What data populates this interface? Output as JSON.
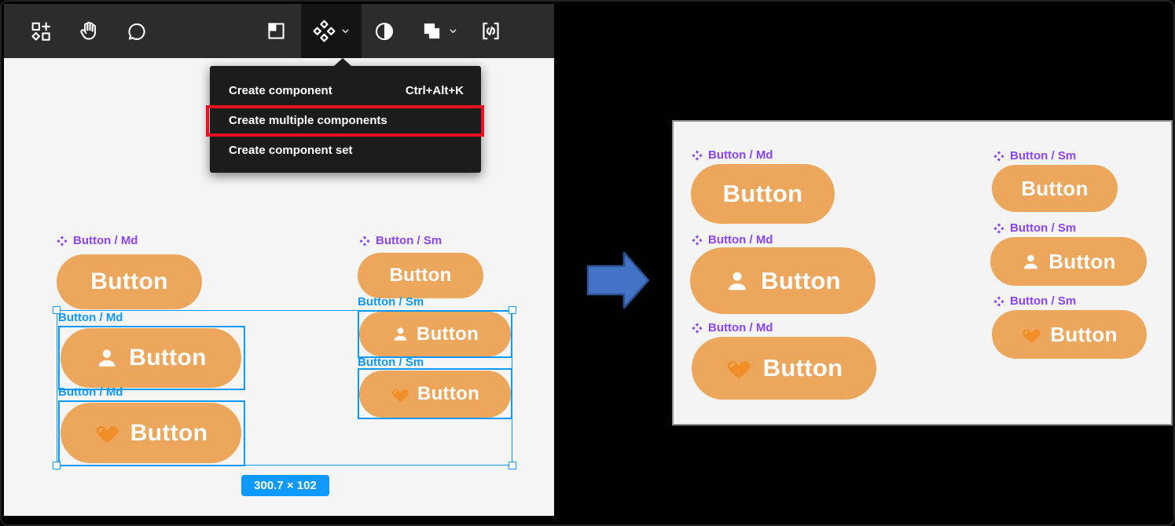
{
  "toolbar": {
    "icons": [
      "insert-shapes",
      "hand-tool",
      "comment",
      "frame-tool",
      "component-tool",
      "mask-tool",
      "boolean-tool",
      "dev-mode"
    ],
    "active_icon": "component-tool"
  },
  "menu": {
    "items": [
      {
        "label": "Create component",
        "shortcut": "Ctrl+Alt+K",
        "highlighted": false
      },
      {
        "label": "Create multiple components",
        "shortcut": "",
        "highlighted": true
      },
      {
        "label": "Create component set",
        "shortcut": "",
        "highlighted": false
      }
    ]
  },
  "canvas": {
    "components": [
      {
        "label": "Button / Md",
        "label_style": "component",
        "text": "Button",
        "size": "md",
        "icon": "none"
      },
      {
        "label": "Button / Sm",
        "label_style": "component",
        "text": "Button",
        "size": "sm",
        "icon": "none"
      },
      {
        "label": "Button / Md",
        "label_style": "frame",
        "text": "Button",
        "size": "md",
        "icon": "person"
      },
      {
        "label": "Button / Sm",
        "label_style": "frame",
        "text": "Button",
        "size": "sm",
        "icon": "person"
      },
      {
        "label": "Button / Md",
        "label_style": "frame",
        "text": "Button",
        "size": "md",
        "icon": "heart"
      },
      {
        "label": "Button / Sm",
        "label_style": "frame",
        "text": "Button",
        "size": "sm",
        "icon": "heart"
      }
    ],
    "selection_badge": "300.7 × 102"
  },
  "result": {
    "md": [
      {
        "label": "Button / Md",
        "text": "Button",
        "icon": "none"
      },
      {
        "label": "Button / Md",
        "text": "Button",
        "icon": "person"
      },
      {
        "label": "Button / Md",
        "text": "Button",
        "icon": "heart"
      }
    ],
    "sm": [
      {
        "label": "Button / Sm",
        "text": "Button",
        "icon": "none"
      },
      {
        "label": "Button / Sm",
        "text": "Button",
        "icon": "person"
      },
      {
        "label": "Button / Sm",
        "text": "Button",
        "icon": "heart"
      }
    ]
  },
  "colors": {
    "button_orange": "#EDA75C",
    "figma_blue": "#0D99FF",
    "component_purple": "#8B45F6",
    "highlight_red": "#E81123",
    "arrow_blue": "#4472C4",
    "toolbar_bg": "#2C2C2C",
    "menu_bg": "#1C1C1C",
    "canvas_bg": "#F5F5F5"
  }
}
